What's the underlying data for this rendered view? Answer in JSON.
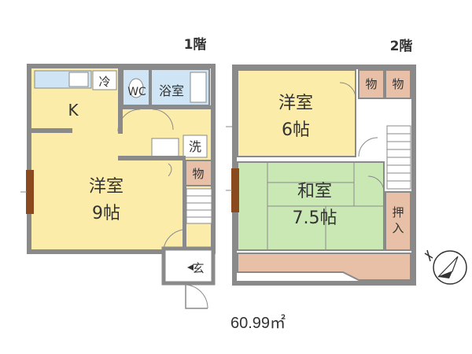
{
  "colors": {
    "wall": "#8a8a8a",
    "yellow": "#fbecaa",
    "green": "#c9e8b4",
    "storage": "#e8c0a8",
    "blue": "#cfe4f4",
    "white": "#ffffff",
    "window": "#8a4a1e",
    "text": "#333333"
  },
  "floors": {
    "first": {
      "label": "1階",
      "rooms": {
        "kitchen": "K",
        "fridge": "冷",
        "wc": "WC",
        "bath": "浴室",
        "wash": "洗",
        "storage": "物",
        "western_name": "洋室",
        "western_size": "9帖",
        "entrance": "玄"
      }
    },
    "second": {
      "label": "2階",
      "rooms": {
        "western_name": "洋室",
        "western_size": "6帖",
        "japanese_name": "和室",
        "japanese_size": "7.5帖",
        "storage1": "物",
        "storage2": "物",
        "closet": "押入"
      }
    }
  },
  "total_area": "60.99㎡",
  "compass": {
    "icon": "compass-north-icon"
  }
}
